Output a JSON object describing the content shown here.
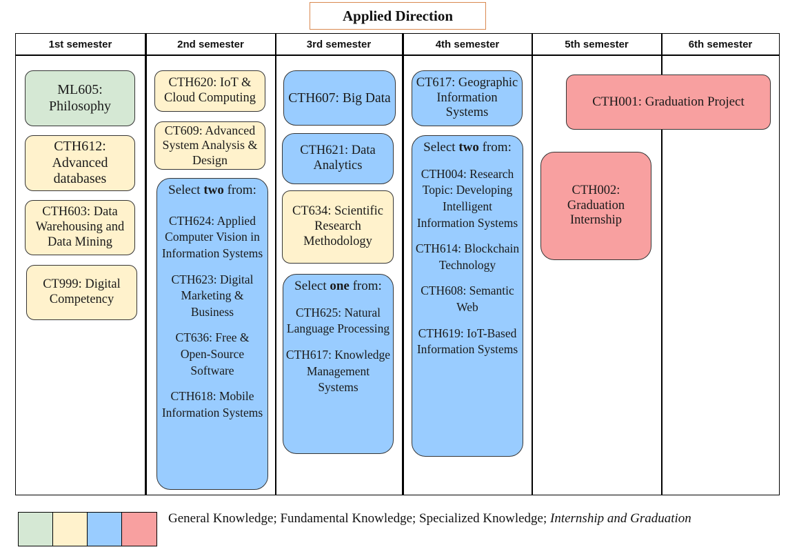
{
  "title": "Applied Direction",
  "colors": {
    "general": "#d5e8d4",
    "fundamental": "#fff2cc",
    "specialized": "#99ccff",
    "internship": "#f8a0a0"
  },
  "semesters": [
    "1st semester",
    "2nd semester",
    "3rd semester",
    "4th semester",
    "5th semester",
    "6th semester"
  ],
  "courses": {
    "ml605": "ML605: Philosophy",
    "cth612": "CTH612: Advanced databases",
    "cth603": "CTH603: Data Warehousing and Data Mining",
    "ct999": "CT999: Digital Competency",
    "cth620": "CTH620: IoT & Cloud Computing",
    "ct609": "CT609: Advanced System Analysis & Design",
    "cth607": "CTH607: Big Data",
    "cth621": "CTH621: Data Analytics",
    "ct634": "CT634: Scientific Research Methodology",
    "ct617": "CT617: Geographic Information Systems",
    "cth001": "CTH001: Graduation Project",
    "cth002": "CTH002: Graduation Internship"
  },
  "groups": {
    "sem2": {
      "prefix": "Select ",
      "count": "two",
      "suffix": " from:",
      "items": [
        "CTH624: Applied Computer Vision in Information Systems",
        "CTH623: Digital Marketing & Business",
        "CT636: Free & Open-Source Software",
        "CTH618: Mobile Information Systems"
      ]
    },
    "sem3": {
      "prefix": "Select ",
      "count": "one",
      "suffix": " from:",
      "items": [
        "CTH625: Natural Language Processing",
        "CTH617: Knowledge Management Systems"
      ]
    },
    "sem4": {
      "prefix": "Select ",
      "count": "two",
      "suffix": " from:",
      "items": [
        "CTH004: Research Topic: Developing Intelligent Information Systems",
        "CTH614: Blockchain Technology",
        "CTH608: Semantic Web",
        "CTH619: IoT-Based Information Systems"
      ]
    }
  },
  "legend": {
    "text": "General Knowledge; Fundamental Knowledge; Specialized Knowledge; ",
    "text_italic": "Internship and Graduation"
  }
}
